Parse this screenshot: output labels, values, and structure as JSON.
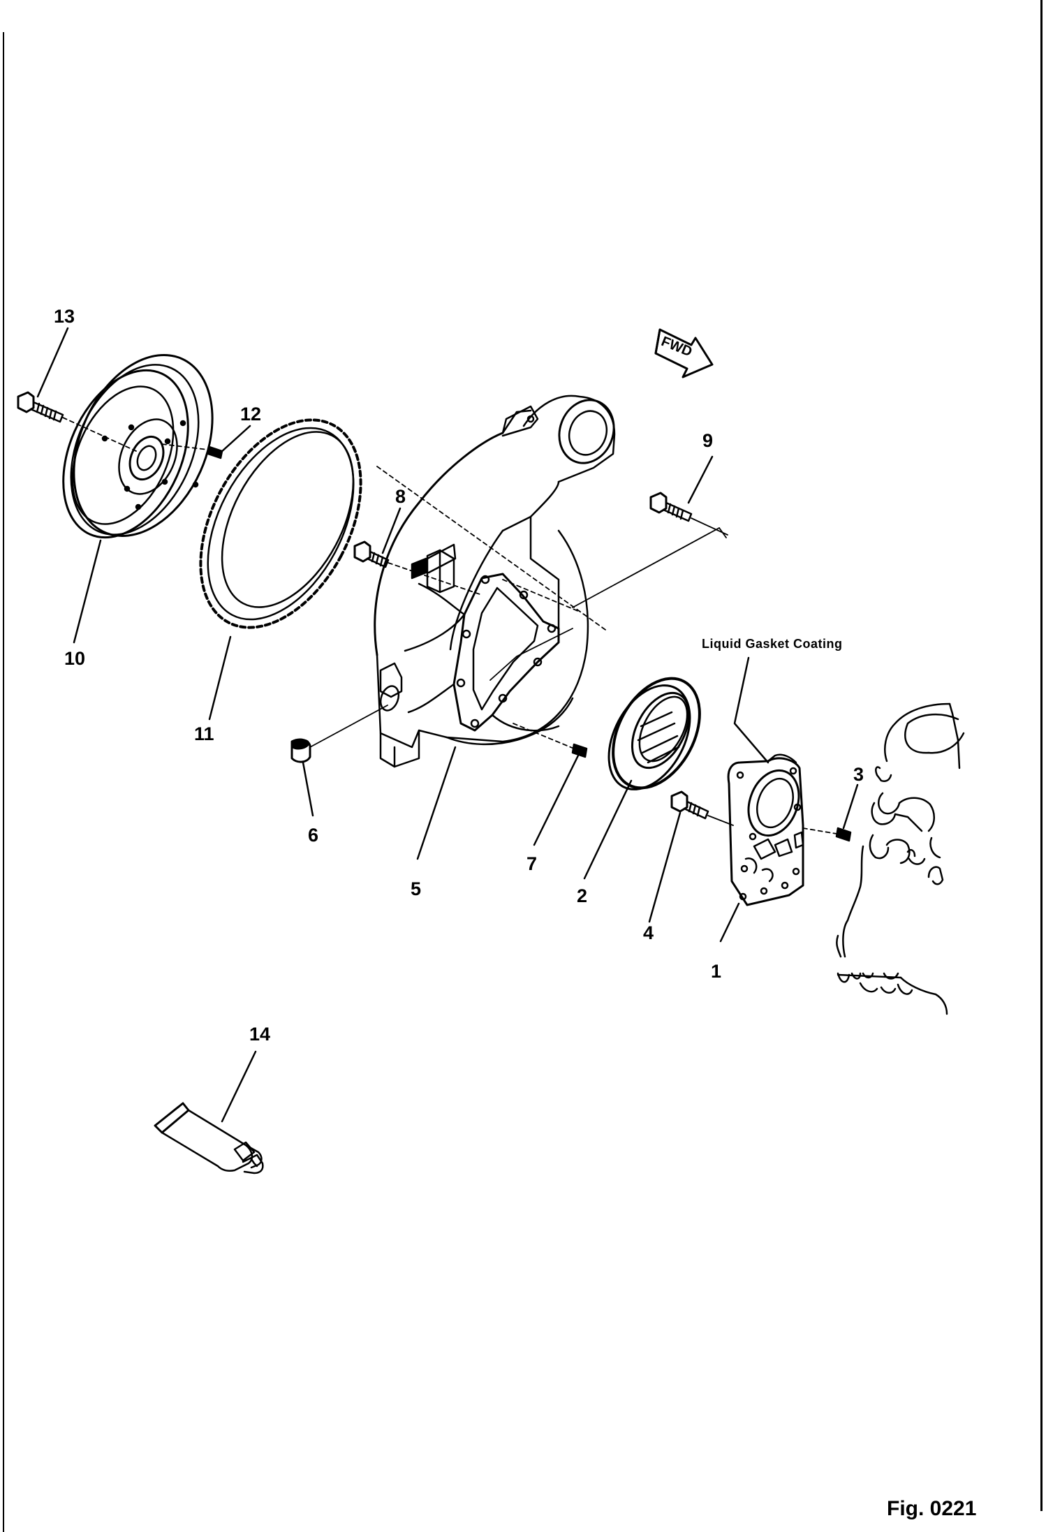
{
  "figure": {
    "label": "Fig. 0221",
    "fwd_arrow": "FWD",
    "note": "Liquid Gasket Coating"
  },
  "callouts": [
    "1",
    "2",
    "3",
    "4",
    "5",
    "6",
    "7",
    "8",
    "9",
    "10",
    "11",
    "12",
    "13",
    "14"
  ],
  "parts": {
    "flywheel": "10",
    "ring_gear": "11",
    "flywheel_bolt": "13",
    "dowel_pin_flywheel": "12",
    "flywheel_housing": "5",
    "housing_bolt_8": "8",
    "housing_bolt_9": "9",
    "plug": "6",
    "dowel_pin_housing": "7",
    "oil_seal": "2",
    "plate": "1",
    "plate_bolt": "4",
    "dowel_pin_plate": "3",
    "gasket_tube": "14"
  },
  "icons": {
    "fwd": "fwd-arrow-icon"
  }
}
